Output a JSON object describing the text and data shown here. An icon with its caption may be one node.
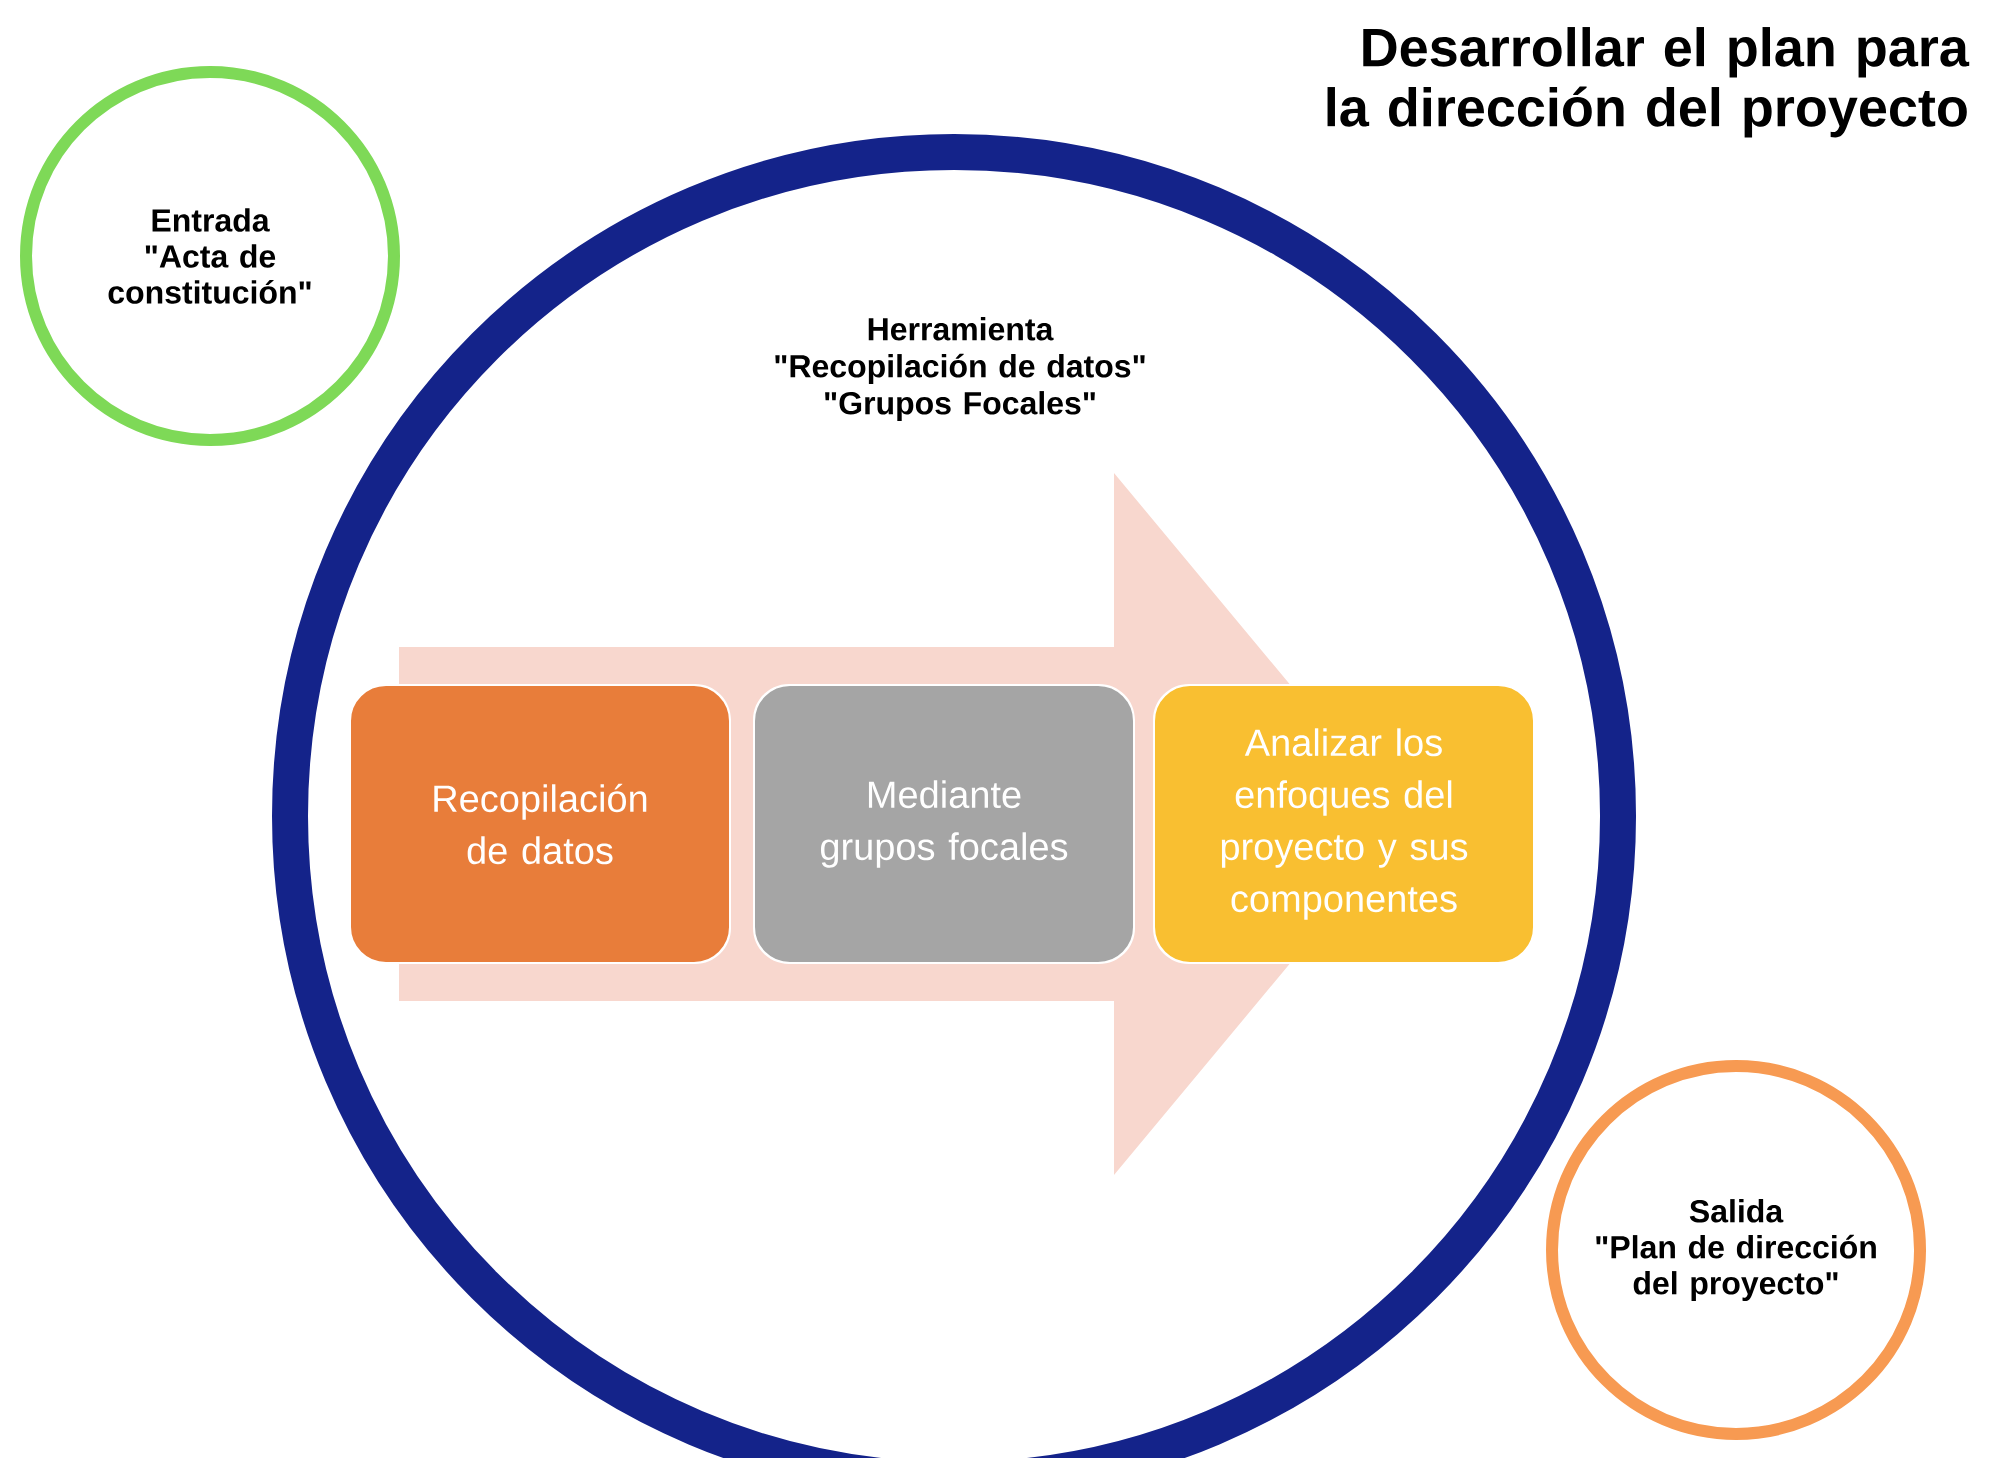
{
  "diagram": {
    "title": "Desarrollar el plan para la dirección del proyecto",
    "nodes": [
      {
        "text": [
          "Entrada",
          "\"Acta de constitución\""
        ]
      },
      {
        "text": [
          "Herramienta",
          "\"Recopilación de datos\"",
          "\"Grupos Focales\""
        ]
      },
      {
        "text": [
          "Recopilación de datos"
        ],
        "in": 1
      },
      {
        "text": [
          "Mediante grupos focales"
        ],
        "in": 1
      },
      {
        "text": [
          "Analizar los enfoques del proyecto y sus componentes"
        ],
        "in": 1
      },
      {
        "text": [
          "Salida",
          "\"Plan de dirección del proyecto\""
        ]
      }
    ],
    "edges": [
      {
        "from": 2,
        "to": 3,
        "arrow": "none"
      },
      {
        "from": 3,
        "to": 4,
        "arrow": "to"
      }
    ]
  }
}
